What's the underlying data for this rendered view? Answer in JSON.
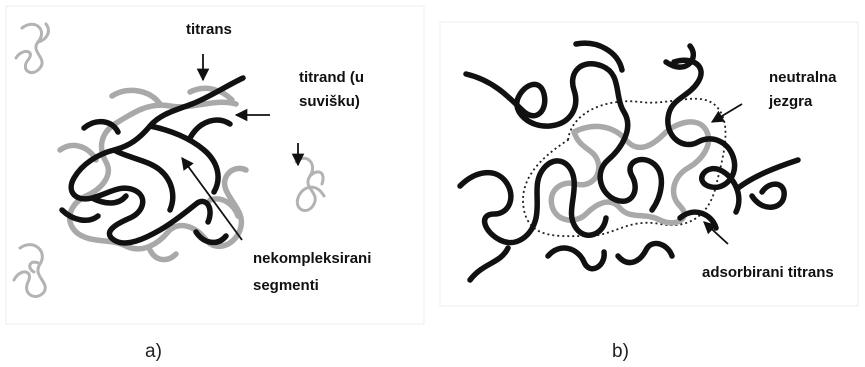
{
  "panel_a": {
    "labels": {
      "titrans": "titrans",
      "titrand_line1": "titrand (u",
      "titrand_line2": "suvišku)",
      "nekompleks_line1": "nekompleksirani",
      "nekompleks_line2": "segmenti"
    },
    "caption": "a)"
  },
  "panel_b": {
    "labels": {
      "neutralna_line1": "neutralna",
      "neutralna_line2": "jezgra",
      "adsorbirani": "adsorbirani titrans"
    },
    "caption": "b)"
  },
  "colors": {
    "titrans_chain": "#111111",
    "titrand_chain": "#a9a9a9",
    "background": "#ffffff"
  }
}
